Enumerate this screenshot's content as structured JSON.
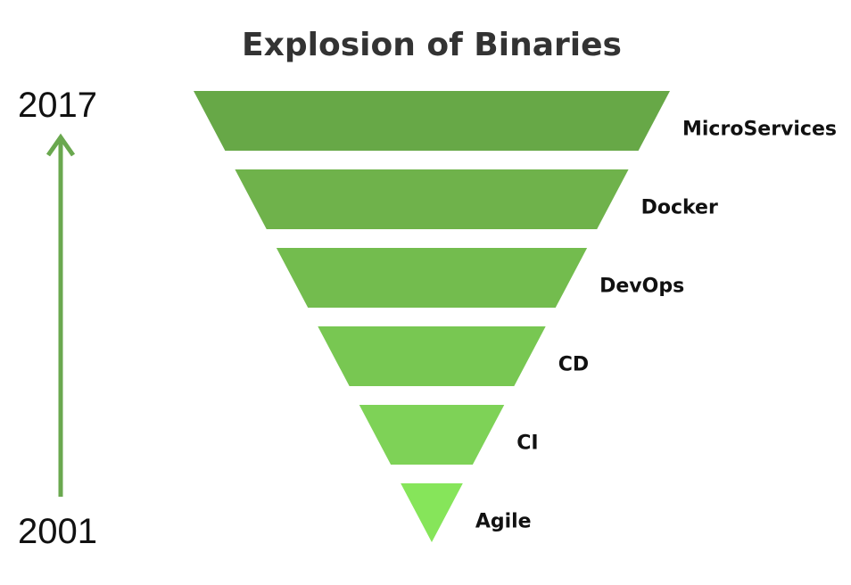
{
  "title": "Explosion of Binaries",
  "timeline": {
    "end_year": "2017",
    "start_year": "2001",
    "arrow_color": "#6aa84f"
  },
  "layers": [
    {
      "label": "MicroServices",
      "color": "#67a847"
    },
    {
      "label": "Docker",
      "color": "#6fb24b"
    },
    {
      "label": "DevOps",
      "color": "#73bc4e"
    },
    {
      "label": "CD",
      "color": "#78c752"
    },
    {
      "label": "CI",
      "color": "#7ed257"
    },
    {
      "label": "Agile",
      "color": "#86e55a"
    }
  ]
}
